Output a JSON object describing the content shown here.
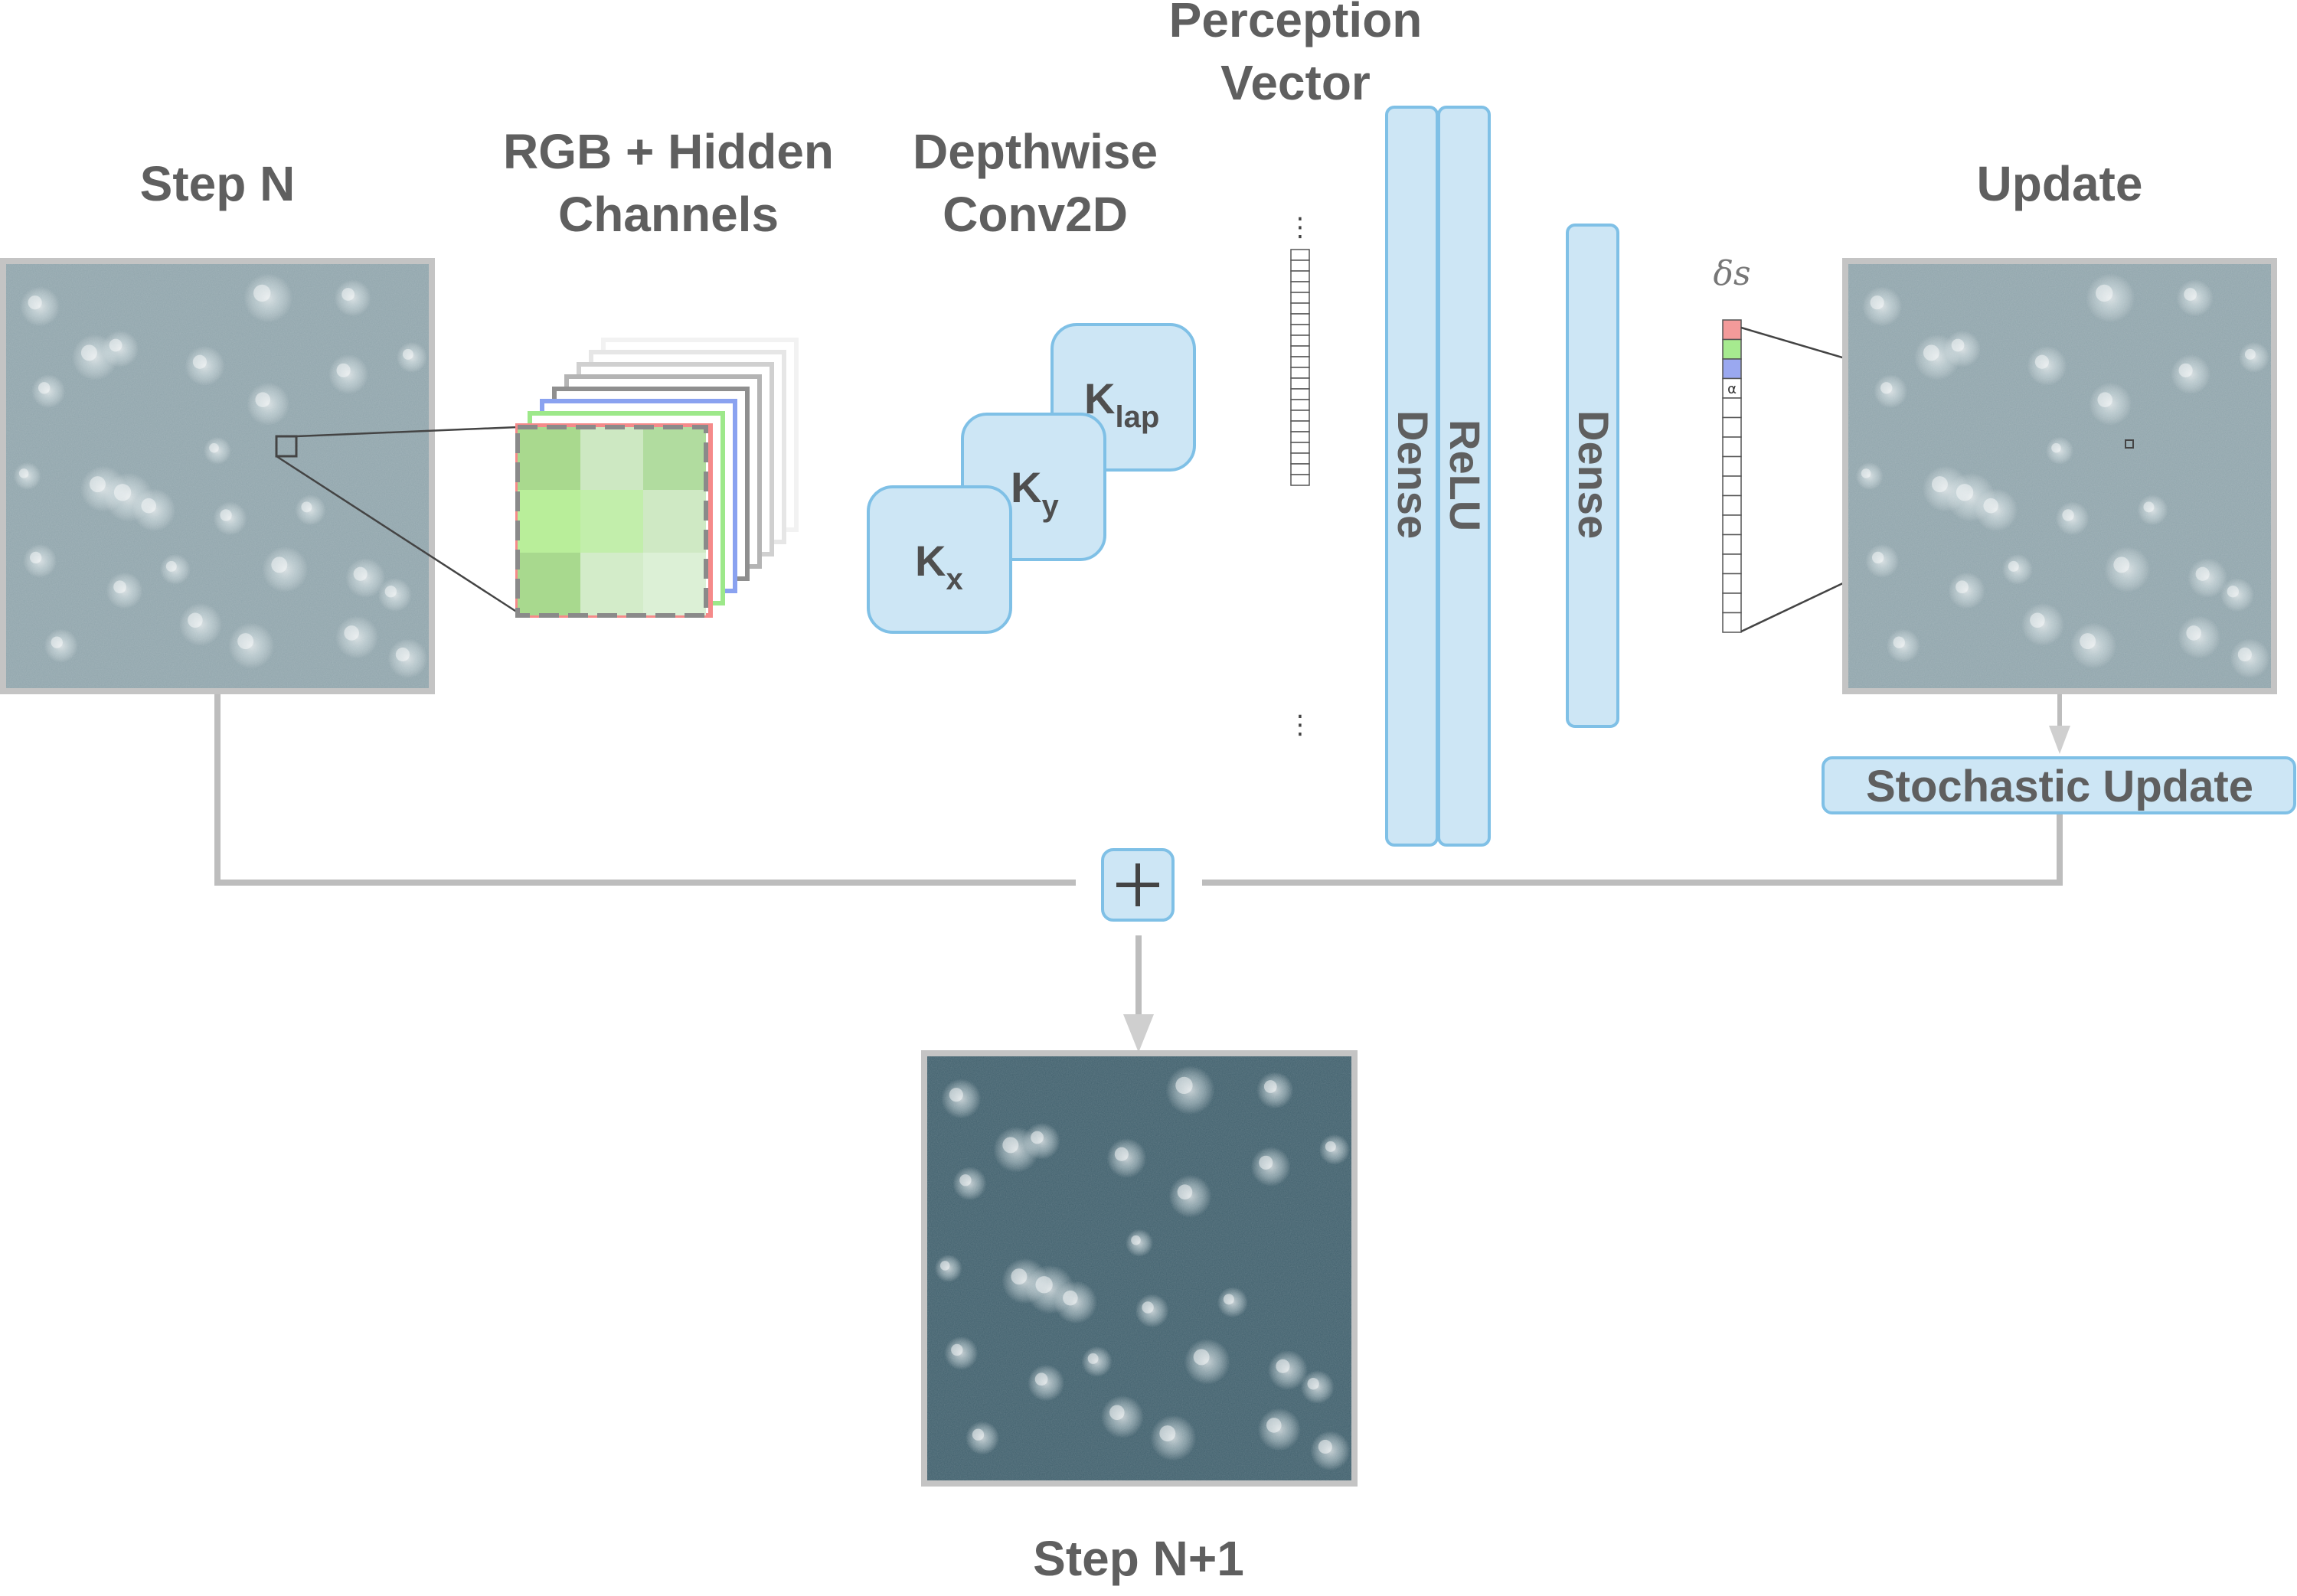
{
  "labels": {
    "step_n": "Step N",
    "channels_line1": "RGB + Hidden",
    "channels_line2": "Channels",
    "conv_line1": "Depthwise",
    "conv_line2": "Conv2D",
    "perception_line1": "Perception",
    "perception_line2": "Vector",
    "update": "Update",
    "stochastic_update": "Stochastic Update",
    "step_n1": "Step N+1",
    "delta_s": "δs",
    "alpha": "α",
    "dots": "⋮"
  },
  "kernels": [
    {
      "base": "K",
      "sub": "x"
    },
    {
      "base": "K",
      "sub": "y"
    },
    {
      "base": "K",
      "sub": "lap"
    }
  ],
  "layers": [
    "Dense",
    "ReLU",
    "Dense"
  ],
  "colors": {
    "box_fill": "#cde6f5",
    "box_stroke": "#7fc0e6",
    "line": "#bdbdbd",
    "text": "#5f5f5f",
    "texture_light": "#8fa4ab",
    "texture_dark": "#3f5f6c",
    "channel_red": "#f58a8a",
    "channel_green": "#9de88a",
    "channel_blue": "#8aa2f0",
    "patch_green": "#a8dc8a",
    "update_red": "#f39a9a",
    "update_green": "#a6ea8f",
    "update_blue": "#9aa8f0"
  }
}
